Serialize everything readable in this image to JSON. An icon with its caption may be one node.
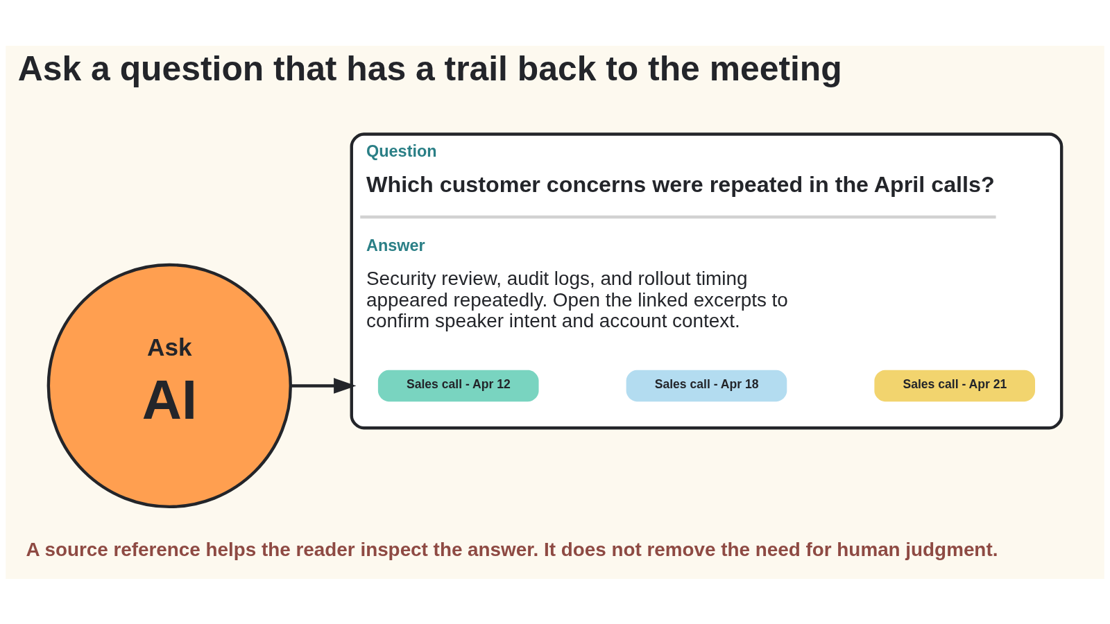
{
  "diagram": {
    "title": "Ask a question that has a trail back to the meeting",
    "caption": "A source reference helps the reader inspect the answer. It does not remove the need for human judgment.",
    "nodes": [
      {
        "text": [
          "Ask",
          "AI"
        ]
      },
      {
        "text": [
          "Question",
          "Which customer concerns were repeated in the April calls?",
          "Answer",
          "Security review, audit logs, and rollout timing appeared repeatedly. Open the linked excerpts to confirm speaker intent and account context."
        ]
      },
      {
        "text": [
          "Sales call - Apr 12"
        ],
        "in": 1
      },
      {
        "text": [
          "Sales call - Apr 18"
        ],
        "in": 1
      },
      {
        "text": [
          "Sales call - Apr 21"
        ],
        "in": 1
      }
    ],
    "edges": [
      {
        "from": 0,
        "to": 1,
        "arrow": "to"
      }
    ]
  }
}
